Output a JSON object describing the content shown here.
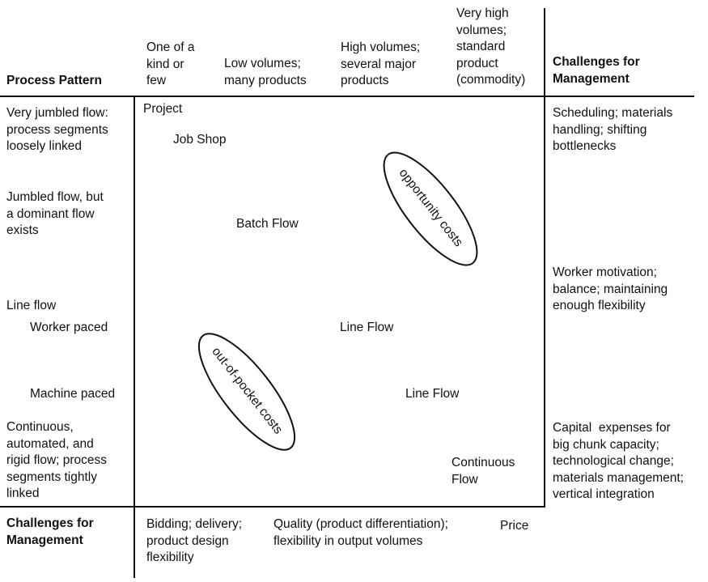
{
  "row_header": "Process Pattern",
  "right_header": "Challenges for\nManagement",
  "bottom_header": "Challenges for\nManagement",
  "columns": [
    "One of a\nkind or\nfew",
    "Low volumes;\nmany products",
    "High volumes;\nseveral major\nproducts",
    "Very high\nvolumes;\nstandard\nproduct\n(commodity)"
  ],
  "rows": {
    "r1": "Very jumbled flow:\nprocess segments\nloosely linked",
    "r2": "Jumbled flow, but\na dominant flow\nexists",
    "r3": "Line flow",
    "r3a": "Worker paced",
    "r3b": "Machine paced",
    "r4": "Continuous,\nautomated, and\nrigid flow; process\nsegments tightly\nlinked"
  },
  "matrix": {
    "project": "Project",
    "job_shop": "Job Shop",
    "batch_flow": "Batch Flow",
    "line_flow_worker": "Line Flow",
    "line_flow_machine": "Line Flow",
    "continuous_flow": "Continuous\nFlow",
    "opportunity_costs": "opportunity costs",
    "out_of_pocket_costs": "out-of-pocket costs"
  },
  "right_challenges": {
    "c1": "Scheduling; materials\nhandling; shifting\nbottlenecks",
    "c2": "Worker motivation;\nbalance; maintaining\nenough flexibility",
    "c3": "Capital  expenses for\nbig chunk capacity;\ntechnological change;\nmaterials management;\nvertical integration"
  },
  "bottom_challenges": {
    "c1": "Bidding; delivery;\nproduct design\nflexibility",
    "c2": "Quality (product differentiation);\nflexibility in output volumes",
    "c3": "Price"
  }
}
